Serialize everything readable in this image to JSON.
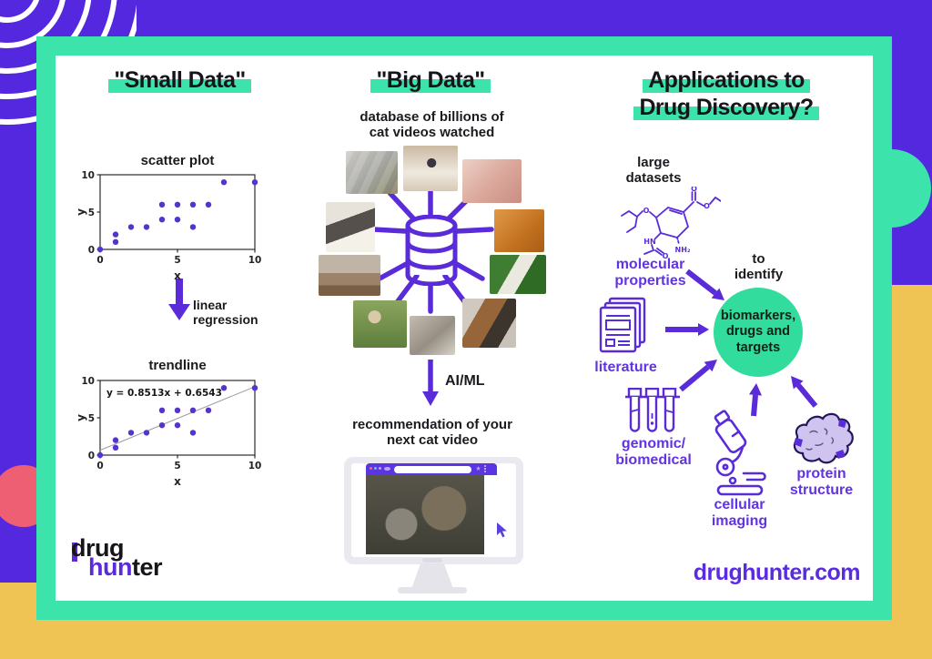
{
  "brand": {
    "line1": "drug",
    "line2_purple": "hun",
    "line2_black": "ter",
    "website": "drughunter.com"
  },
  "colors": {
    "background_purple": "#5328DF",
    "frame_teal": "#3CE3AB",
    "highlight_teal": "#3CE3AB",
    "yellow_block": "#F0C355",
    "pink_circle": "#EF5F73",
    "accent_purple": "#5A2BD8",
    "label_purple": "#6133E3",
    "circle_green": "#32DC9C",
    "scatter_dot_purple": "#5433CE"
  },
  "columns": {
    "small_data": {
      "heading": "\"Small Data\"",
      "arrow_label_1": "linear",
      "arrow_label_2": "regression"
    },
    "big_data": {
      "heading": "\"Big Data\"",
      "top_caption_1": "database of billions of",
      "top_caption_2": "cat videos watched",
      "arrow_label": "AI/ML",
      "bottom_caption_1": "recommendation of your",
      "bottom_caption_2": "next cat video"
    },
    "applications": {
      "heading_1": "Applications to",
      "heading_2": "Drug Discovery?",
      "large_datasets_1": "large",
      "large_datasets_2": "datasets",
      "molecular_1": "molecular",
      "molecular_2": "properties",
      "to_identify_1": "to",
      "to_identify_2": "identify",
      "circle_1": "biomarkers,",
      "circle_2": "drugs and",
      "circle_3": "targets",
      "literature": "literature",
      "genomic_1": "genomic/",
      "genomic_2": "biomedical",
      "cellular_1": "cellular",
      "cellular_2": "imaging",
      "protein_1": "protein",
      "protein_2": "structure"
    }
  },
  "molecule_labels": {
    "o_carbonyl": "O",
    "o_ester": "O",
    "o_ether": "O",
    "hn": "HN",
    "nh2": "NH₂",
    "o_acetyl": "O"
  },
  "icons": [
    "database-icon",
    "down-arrow-icon",
    "monitor-icon",
    "cursor-icon",
    "molecule-structure-icon",
    "documents-icon",
    "test-tubes-icon",
    "microscope-icon",
    "protein-structure-icon",
    "swirl-decoration",
    "pink-circle-decoration",
    "teal-bump-decoration"
  ],
  "cat_photos": [
    "calico cat on wooden deck",
    "white cat wearing sunglasses",
    "cat paws close-up",
    "black and white cat",
    "orange tabby cat",
    "kittens in a basket",
    "white cat in a tree",
    "cats on grass",
    "gray painted cat",
    "calico cat close-up",
    "two cats play-fighting video"
  ],
  "chart_data": [
    {
      "type": "scatter",
      "title": "scatter plot",
      "xlabel": "x",
      "ylabel": "y",
      "xlim": [
        0,
        10
      ],
      "ylim": [
        0,
        10
      ],
      "xticks": [
        0,
        5,
        10
      ],
      "yticks": [
        0,
        5,
        10
      ],
      "x": [
        0,
        1,
        1,
        2,
        3,
        4,
        4,
        5,
        5,
        6,
        6,
        7,
        8,
        10
      ],
      "y": [
        0,
        1,
        2,
        3,
        3,
        4,
        6,
        4,
        6,
        3,
        6,
        6,
        9,
        9
      ]
    },
    {
      "type": "scatter",
      "title": "trendline",
      "xlabel": "x",
      "ylabel": "y",
      "xlim": [
        0,
        10
      ],
      "ylim": [
        0,
        10
      ],
      "xticks": [
        0,
        5,
        10
      ],
      "yticks": [
        0,
        5,
        10
      ],
      "x": [
        0,
        1,
        1,
        2,
        3,
        4,
        4,
        5,
        5,
        6,
        6,
        7,
        8,
        10
      ],
      "y": [
        0,
        1,
        2,
        3,
        3,
        4,
        6,
        4,
        6,
        3,
        6,
        6,
        9,
        9
      ],
      "trendline": {
        "slope": 0.8513,
        "intercept": 0.6543,
        "label": "y = 0.8513x + 0.6543"
      }
    }
  ]
}
